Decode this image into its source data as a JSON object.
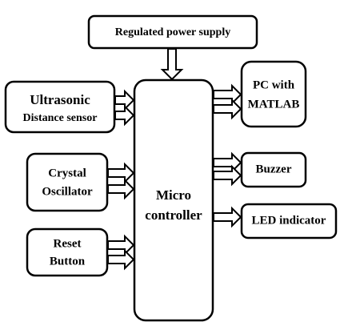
{
  "diagram": {
    "blocks": {
      "power_supply": {
        "label": "Regulated power supply"
      },
      "ultrasonic": {
        "line1": "Ultrasonic",
        "line2": "Distance sensor"
      },
      "crystal": {
        "line1": "Crystal",
        "line2": "Oscillator"
      },
      "reset": {
        "line1": "Reset",
        "line2": "Button"
      },
      "micro": {
        "line1": "Micro",
        "line2": "controller"
      },
      "pc": {
        "line1": "PC with",
        "line2": "MATLAB"
      },
      "buzzer": {
        "label": "Buzzer"
      },
      "led": {
        "label": "LED indicator"
      }
    }
  }
}
